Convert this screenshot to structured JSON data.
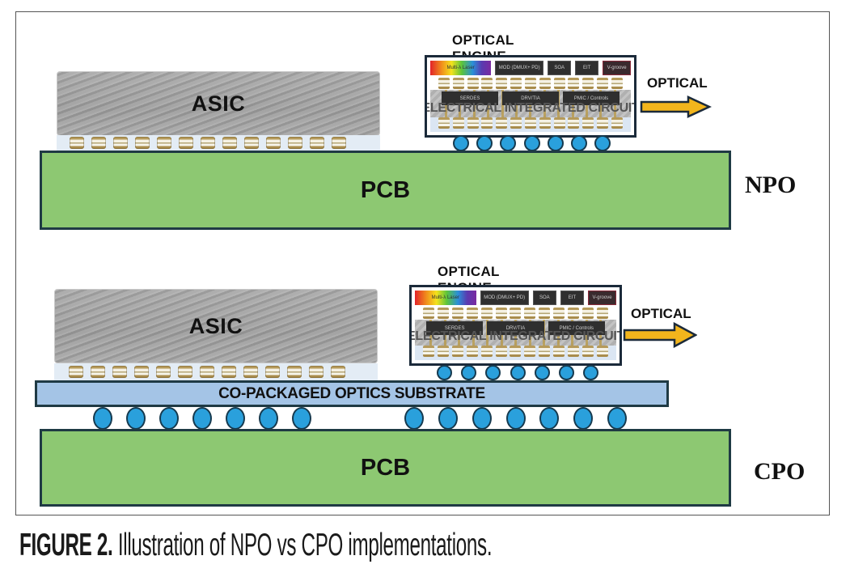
{
  "figure": {
    "caption_prefix": "FIGURE 2.",
    "caption_text": " Illustration of NPO vs CPO implementations.",
    "colors": {
      "pcb": "#8dc872",
      "substrate": "#a4c4e6",
      "solder_ball": "#2aa0dc",
      "outline": "#1f3a44",
      "arrow": "#f2b51c",
      "asic": "#a3a3a3"
    }
  },
  "npo": {
    "implementation_label": "NPO",
    "asic_label": "ASIC",
    "asic_bump_count": 13,
    "pcb_label": "PCB",
    "optical_engine": {
      "title": "OPTICAL ENGINE",
      "top_chips": [
        "Multi-λ Laser",
        "MOD (DMUX+ PD)",
        "SOA",
        "EIT",
        "V-groove"
      ],
      "sub_chips": [
        "SERDES",
        "DRV/TIA",
        "PMIC / Controls"
      ],
      "eic_label": "ELECTRICAL INTEGRATED CIRCUIT",
      "solder_ball_count": 7
    },
    "arrow_label": "OPTICAL"
  },
  "cpo": {
    "implementation_label": "CPO",
    "asic_label": "ASIC",
    "asic_bump_count": 13,
    "substrate_label": "CO-PACKAGED OPTICS SUBSTRATE",
    "pcb_label": "PCB",
    "optical_engine": {
      "title": "OPTICAL ENGINE",
      "top_chips": [
        "Multi-λ Laser",
        "MOD (DMUX+ PD)",
        "SOA",
        "EIT",
        "V-groove"
      ],
      "sub_chips": [
        "SERDES",
        "DRV/TIA",
        "PMIC / Controls"
      ],
      "eic_label": "ELECTRICAL INTEGRATED CIRCUIT",
      "solder_ball_count": 7
    },
    "substrate_solder_balls_left": 7,
    "substrate_solder_balls_right": 7,
    "arrow_label": "OPTICAL"
  }
}
